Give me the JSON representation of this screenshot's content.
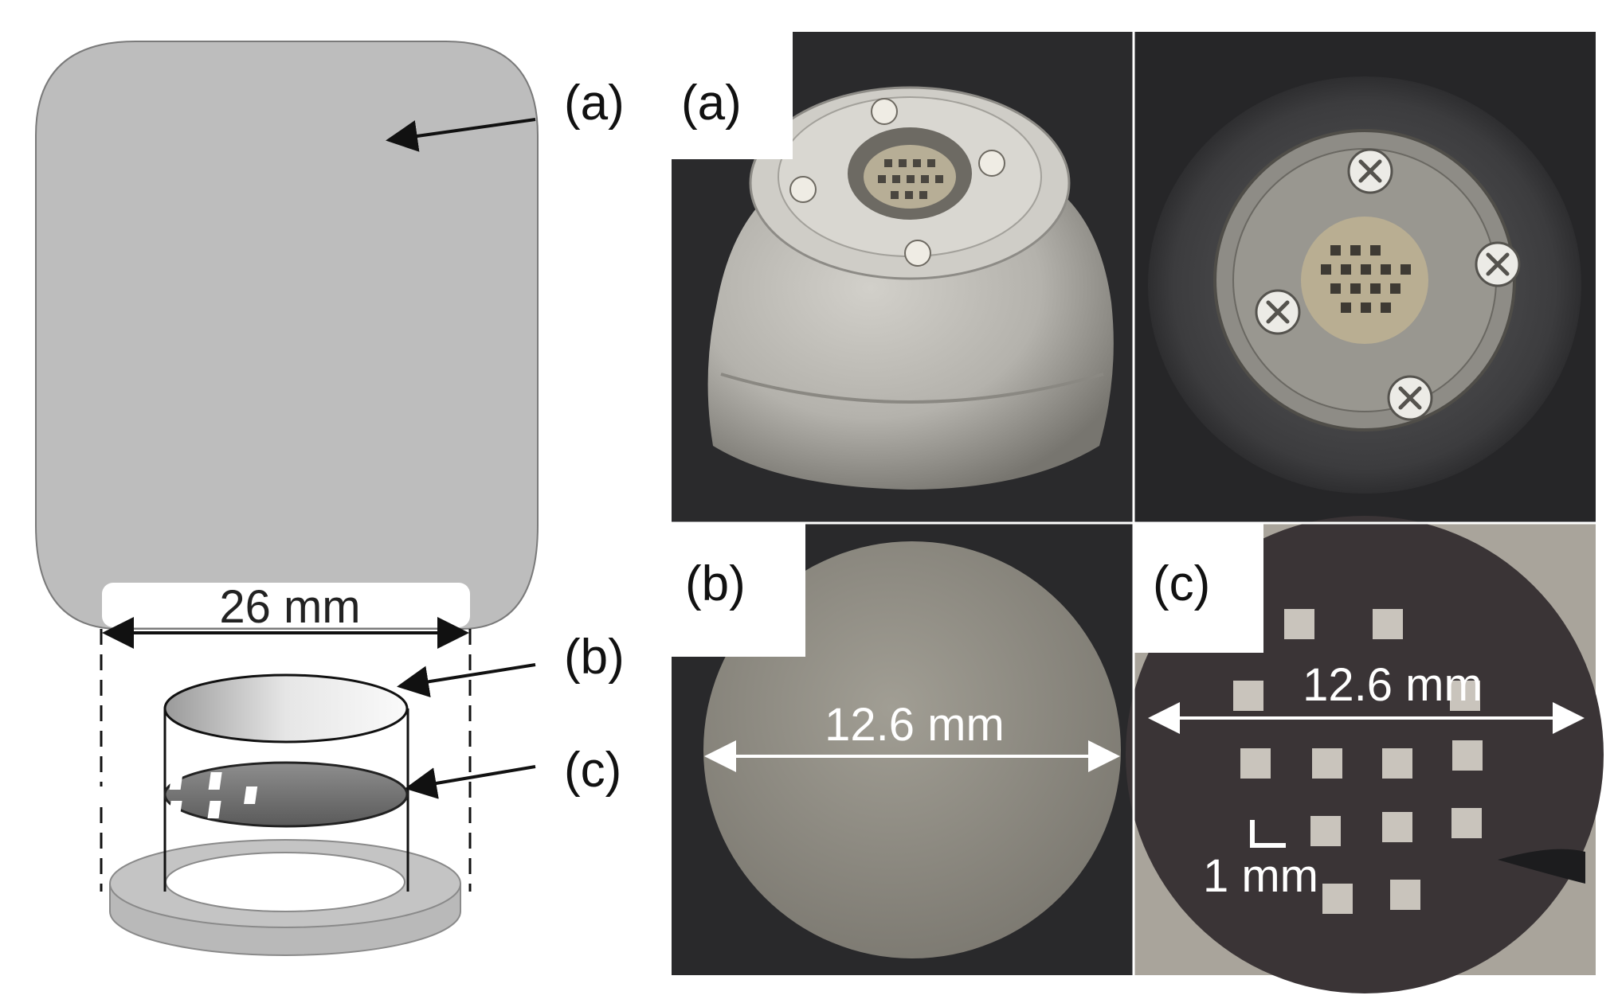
{
  "schematic": {
    "label_a": "(a)",
    "label_b": "(b)",
    "label_c": "(c)",
    "dimension": "26 mm"
  },
  "photos": {
    "holder": {
      "label": "(a)"
    },
    "disc": {
      "label": "(b)",
      "dimension": "12.6 mm"
    },
    "mask": {
      "label": "(c)",
      "dimension": "12.6 mm",
      "scale_bar": "1 mm"
    }
  },
  "colors": {
    "schematic_fill": "#bdbdbd",
    "photo_background": "#2a2a2c",
    "disc": "#8d8a7f",
    "mask_background": "#a9a49b",
    "mask_disc": "#3a3436"
  }
}
